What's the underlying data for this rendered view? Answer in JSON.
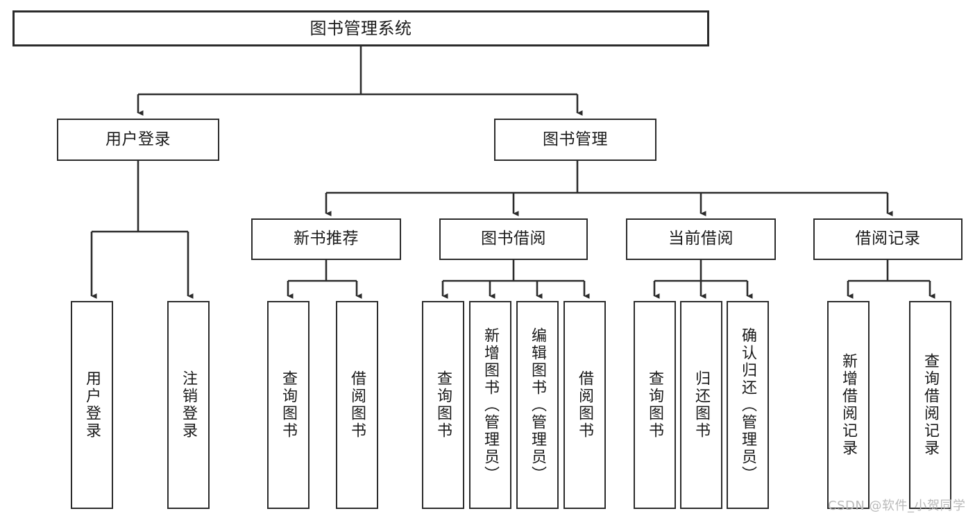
{
  "diagram": {
    "title": "图书管理系统",
    "type": "tree-hierarchy-diagram",
    "colors": {
      "line": "#2b2b2b",
      "box_border": "#2b2b2b",
      "box_fill": "#ffffff",
      "text": "#1a1a1a",
      "watermark": "#b9b9b9"
    },
    "root": {
      "label": "图书管理系统"
    },
    "level2": [
      {
        "label": "用户登录"
      },
      {
        "label": "图书管理"
      }
    ],
    "level3": [
      {
        "label": "新书推荐"
      },
      {
        "label": "图书借阅"
      },
      {
        "label": "当前借阅"
      },
      {
        "label": "借阅记录"
      }
    ],
    "leaves": {
      "user_login": [
        {
          "label": "用户登录"
        },
        {
          "label": "注销登录"
        }
      ],
      "new_book_recommend": [
        {
          "label": "查询图书"
        },
        {
          "label": "借阅图书"
        }
      ],
      "book_borrow": [
        {
          "label": "查询图书"
        },
        {
          "label": "新增图书（管理员）"
        },
        {
          "label": "编辑图书（管理员）"
        },
        {
          "label": "借阅图书"
        }
      ],
      "current_borrow": [
        {
          "label": "查询图书"
        },
        {
          "label": "归还图书"
        },
        {
          "label": "确认归还（管理员）"
        }
      ],
      "borrow_record": [
        {
          "label": "新增借阅记录"
        },
        {
          "label": "查询借阅记录"
        }
      ]
    }
  },
  "watermark": {
    "text": "CSDN @软件_小贺同学"
  }
}
